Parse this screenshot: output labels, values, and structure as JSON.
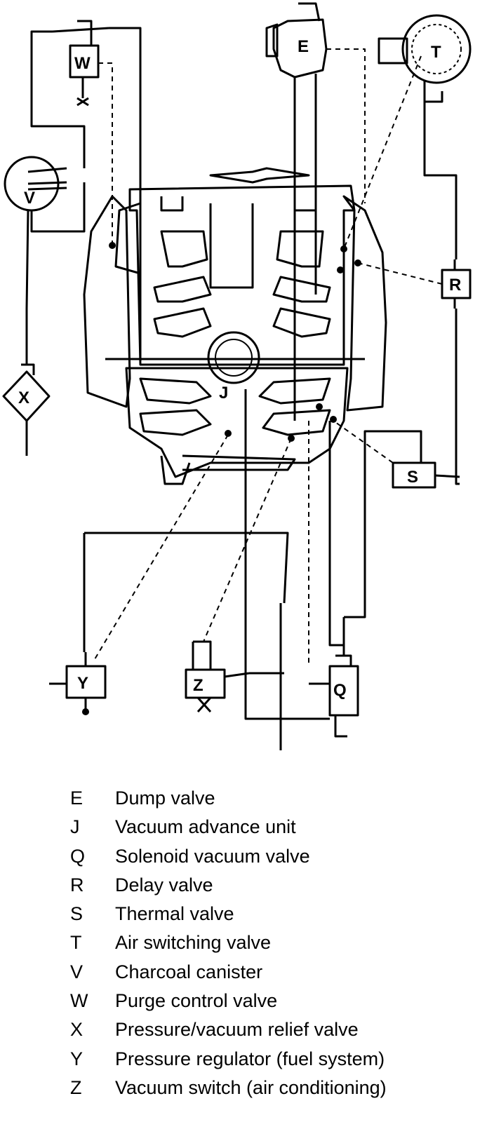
{
  "diagram": {
    "component_labels": [
      "E",
      "T",
      "W",
      "V",
      "R",
      "J",
      "X",
      "S",
      "Y",
      "Z",
      "Q"
    ]
  },
  "legend": [
    {
      "key": "E",
      "desc": "Dump valve"
    },
    {
      "key": "J",
      "desc": "Vacuum advance unit"
    },
    {
      "key": "Q",
      "desc": "Solenoid vacuum valve"
    },
    {
      "key": "R",
      "desc": "Delay valve"
    },
    {
      "key": "S",
      "desc": "Thermal valve"
    },
    {
      "key": "T",
      "desc": "Air switching valve"
    },
    {
      "key": "V",
      "desc": "Charcoal canister"
    },
    {
      "key": "W",
      "desc": "Purge control valve"
    },
    {
      "key": "X",
      "desc": "Pressure/vacuum relief valve"
    },
    {
      "key": "Y",
      "desc": "Pressure regulator (fuel system)"
    },
    {
      "key": "Z",
      "desc": "Vacuum switch (air conditioning)"
    }
  ]
}
